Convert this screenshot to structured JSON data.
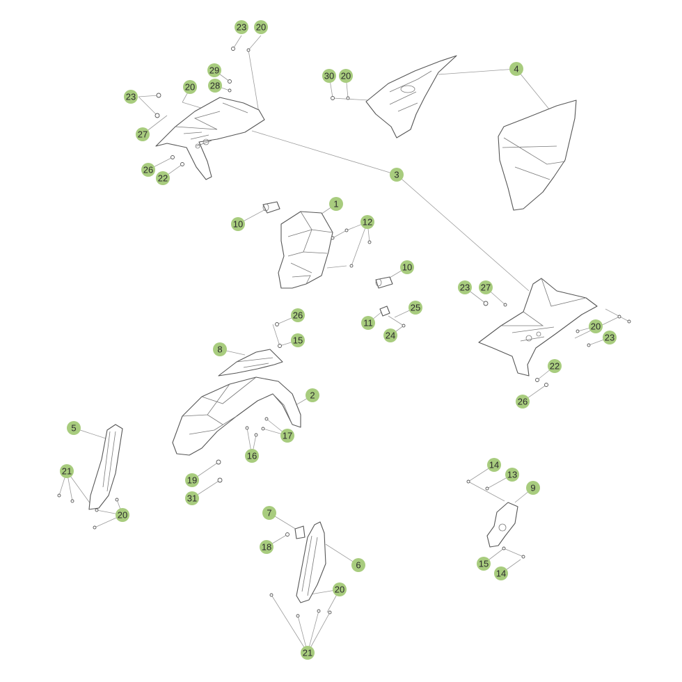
{
  "style": {
    "callout_color": "#a8cc7e",
    "callout_text_color": "#2c2c2c",
    "line_color": "#9a9a9a",
    "part_stroke": "#555555"
  },
  "callouts": [
    {
      "id": "c-23a",
      "label": "23"
    },
    {
      "id": "c-20a",
      "label": "20"
    },
    {
      "id": "c-29",
      "label": "29"
    },
    {
      "id": "c-28",
      "label": "28"
    },
    {
      "id": "c-23b",
      "label": "23"
    },
    {
      "id": "c-20b",
      "label": "20"
    },
    {
      "id": "c-27a",
      "label": "27"
    },
    {
      "id": "c-26a",
      "label": "26"
    },
    {
      "id": "c-22a",
      "label": "22"
    },
    {
      "id": "c-30",
      "label": "30"
    },
    {
      "id": "c-20c",
      "label": "20"
    },
    {
      "id": "c-4",
      "label": "4"
    },
    {
      "id": "c-3",
      "label": "3"
    },
    {
      "id": "c-1",
      "label": "1"
    },
    {
      "id": "c-10a",
      "label": "10"
    },
    {
      "id": "c-12",
      "label": "12"
    },
    {
      "id": "c-10b",
      "label": "10"
    },
    {
      "id": "c-23c",
      "label": "23"
    },
    {
      "id": "c-27b",
      "label": "27"
    },
    {
      "id": "c-25",
      "label": "25"
    },
    {
      "id": "c-11",
      "label": "11"
    },
    {
      "id": "c-24",
      "label": "24"
    },
    {
      "id": "c-20d",
      "label": "20"
    },
    {
      "id": "c-23d",
      "label": "23"
    },
    {
      "id": "c-26b",
      "label": "26"
    },
    {
      "id": "c-15a",
      "label": "15"
    },
    {
      "id": "c-8",
      "label": "8"
    },
    {
      "id": "c-22b",
      "label": "22"
    },
    {
      "id": "c-26c",
      "label": "26"
    },
    {
      "id": "c-2",
      "label": "2"
    },
    {
      "id": "c-17",
      "label": "17"
    },
    {
      "id": "c-16",
      "label": "16"
    },
    {
      "id": "c-5",
      "label": "5"
    },
    {
      "id": "c-21a",
      "label": "21"
    },
    {
      "id": "c-20e",
      "label": "20"
    },
    {
      "id": "c-19",
      "label": "19"
    },
    {
      "id": "c-31",
      "label": "31"
    },
    {
      "id": "c-14a",
      "label": "14"
    },
    {
      "id": "c-13",
      "label": "13"
    },
    {
      "id": "c-9",
      "label": "9"
    },
    {
      "id": "c-7",
      "label": "7"
    },
    {
      "id": "c-18",
      "label": "18"
    },
    {
      "id": "c-6",
      "label": "6"
    },
    {
      "id": "c-20f",
      "label": "20"
    },
    {
      "id": "c-21b",
      "label": "21"
    },
    {
      "id": "c-15b",
      "label": "15"
    },
    {
      "id": "c-14b",
      "label": "14"
    }
  ]
}
